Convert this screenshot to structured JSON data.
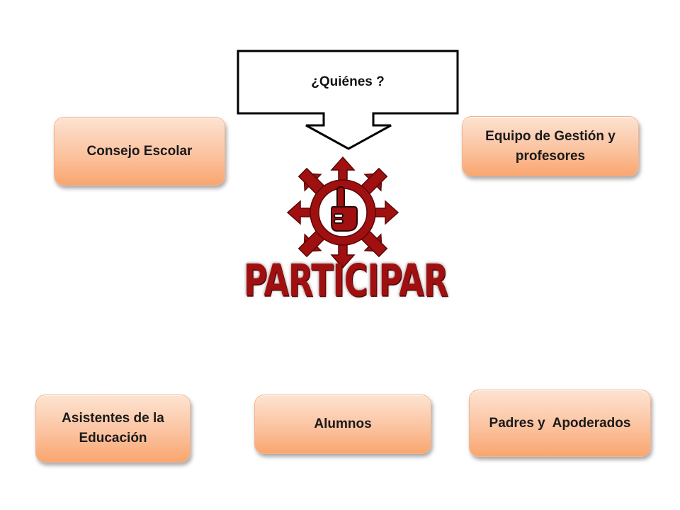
{
  "callout": {
    "question": "¿Quiénes ?"
  },
  "logo": {
    "text": "PARTICIPAR",
    "icon": "raised-finger-gear-icon",
    "color": "#a01010"
  },
  "boxes": {
    "consejo": "Consejo Escolar",
    "equipo": "Equipo de Gestión y profesores",
    "asistentes": "Asistentes de la Educación",
    "alumnos": "Alumnos",
    "padres": "Padres y  Apoderados"
  },
  "colors": {
    "box_top": "#fde3d1",
    "box_bottom": "#f9a66f",
    "logo_red": "#a01010"
  }
}
